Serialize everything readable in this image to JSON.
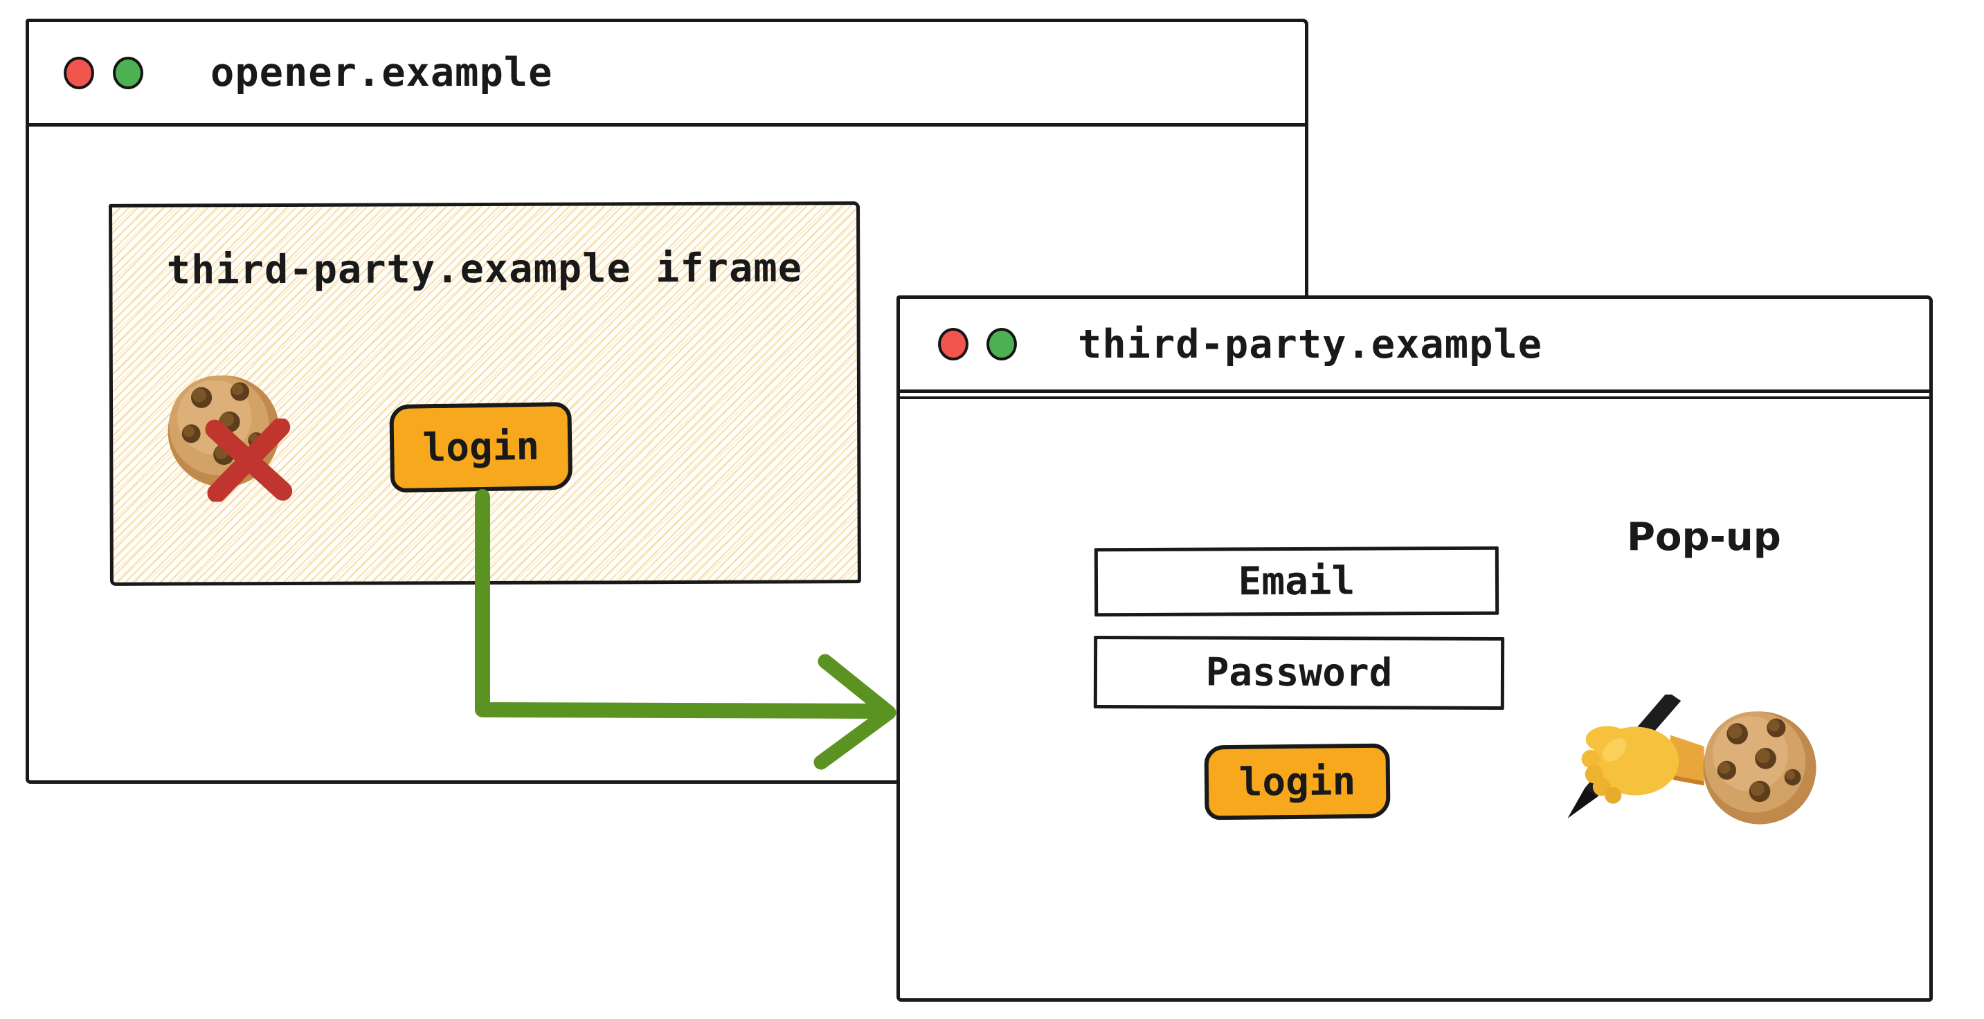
{
  "colors": {
    "button_orange": "#F7A81D",
    "arrow_green": "#5B9323",
    "blocked_cross_red": "#C0362F",
    "traffic_light_red": "#F2544E",
    "traffic_light_green": "#4DB153",
    "ink_black": "#191919",
    "hatch_yellow": "#F0C470"
  },
  "opener_window": {
    "title": "opener.example",
    "iframe": {
      "label": "third-party.example iframe",
      "login_label": "login"
    }
  },
  "popup_window": {
    "title": "third-party.example",
    "annotation": "Pop-up",
    "email_placeholder": "Email",
    "password_placeholder": "Password",
    "login_label": "login"
  },
  "icons": {
    "traffic_lights": [
      "traffic-light-red",
      "traffic-light-green"
    ],
    "iframe_graphic": [
      "cookie-icon",
      "blocked-cross-icon"
    ],
    "popup_graphic": [
      "writing-hand-icon",
      "cookie-icon"
    ],
    "connector": "green-arrow"
  }
}
